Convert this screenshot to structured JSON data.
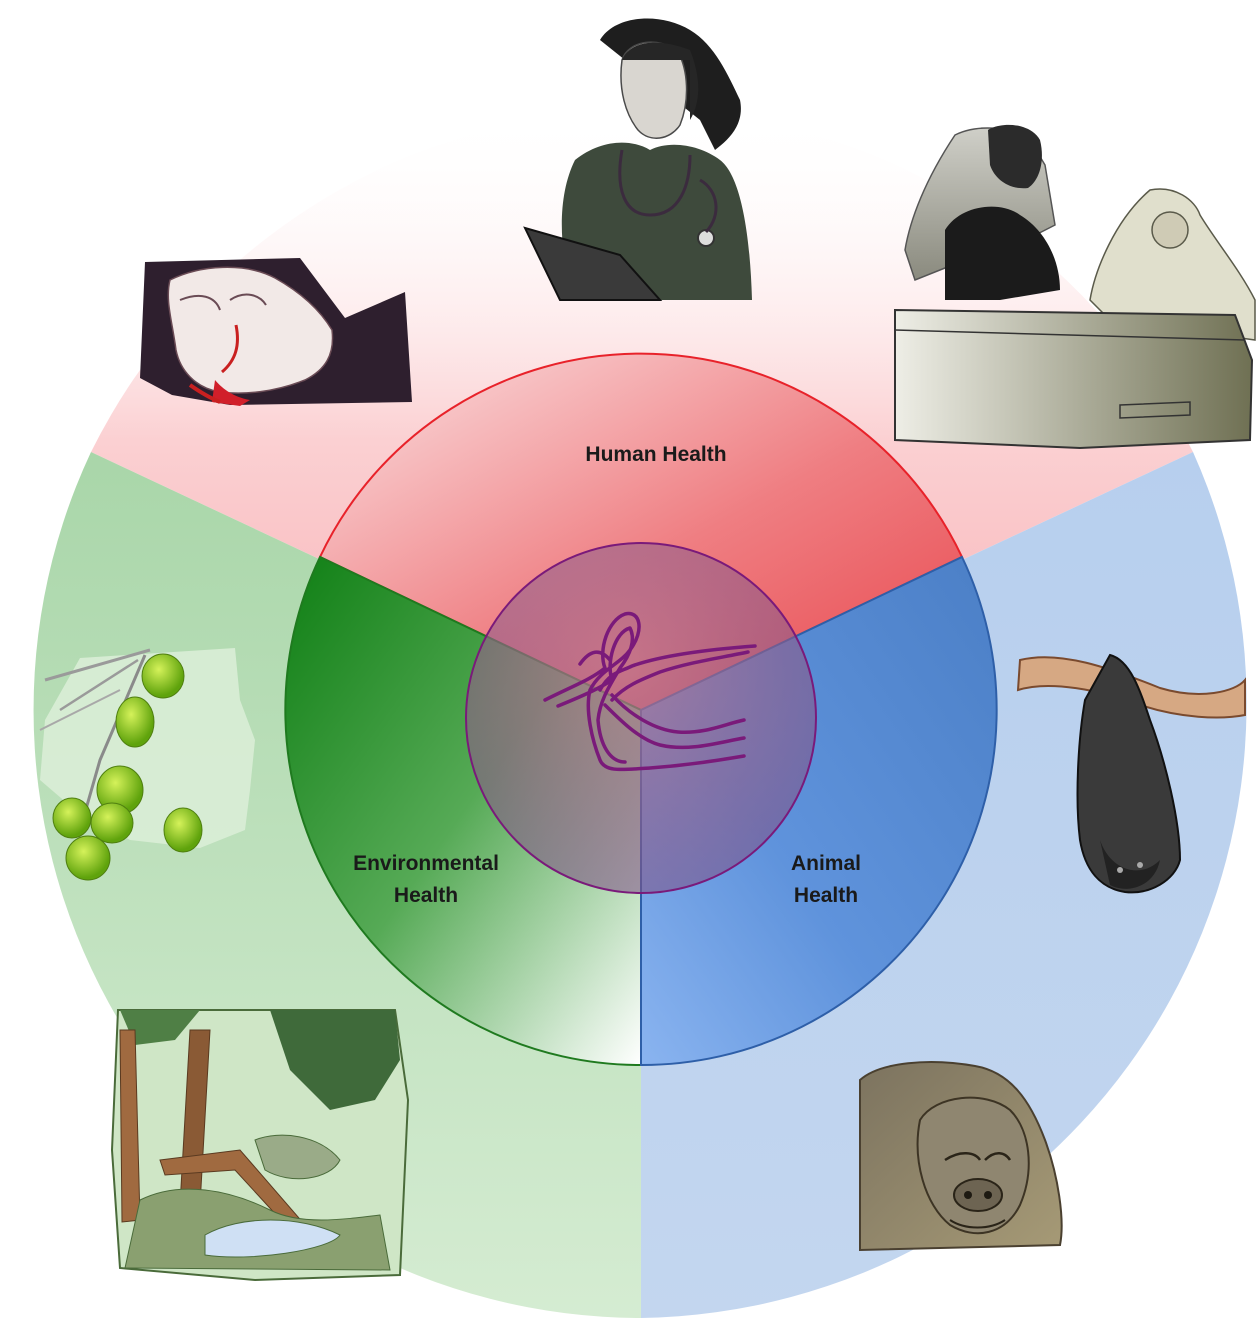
{
  "labels": {
    "human": "Human Health",
    "environmental_line1": "Environmental",
    "environmental_line2": "Health",
    "animal_line1": "Animal",
    "animal_line2": "Health"
  },
  "colors": {
    "human": "#e8555a",
    "human_stroke": "#e8222a",
    "environmental": "#1a8a1a",
    "environmental_stroke": "#1f7a1f",
    "animal": "#4f86d6",
    "animal_stroke": "#2e5fa8",
    "core": "#8a3a8a",
    "core_stroke": "#7a1a7a",
    "virus": "#7a1a7a"
  },
  "icons": [
    "patient-icon",
    "nurse-icon",
    "mourners-at-coffin-icon",
    "fruit-branch-icon",
    "rainforest-stream-icon",
    "fruit-bat-icon",
    "gorilla-icon",
    "ebola-virus-icon"
  ]
}
